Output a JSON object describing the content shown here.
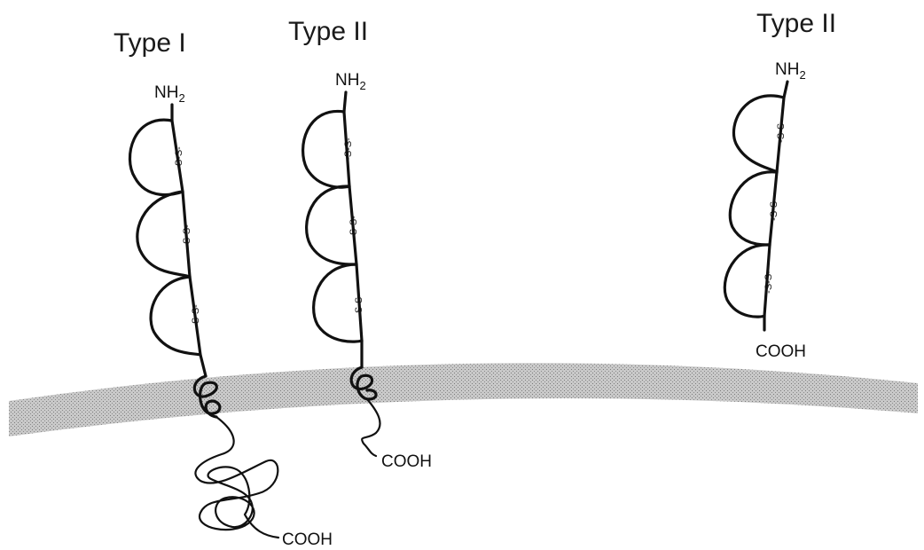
{
  "receptors": [
    {
      "title": "Type I",
      "n_terminus": {
        "main": "NH",
        "sub": "2"
      },
      "disulfide_label": "-S-S-",
      "c_terminus": "COOH"
    },
    {
      "title": "Type II",
      "n_terminus": {
        "main": "NH",
        "sub": "2"
      },
      "disulfide_label": "-S-S-",
      "c_terminus": "COOH"
    },
    {
      "title": "Type II",
      "n_terminus": {
        "main": "NH",
        "sub": "2"
      },
      "disulfide_label": "-S-S-",
      "c_terminus": "COOH"
    }
  ],
  "colors": {
    "line": "#111111",
    "membrane": "#bdbdbd",
    "background": "#ffffff"
  }
}
